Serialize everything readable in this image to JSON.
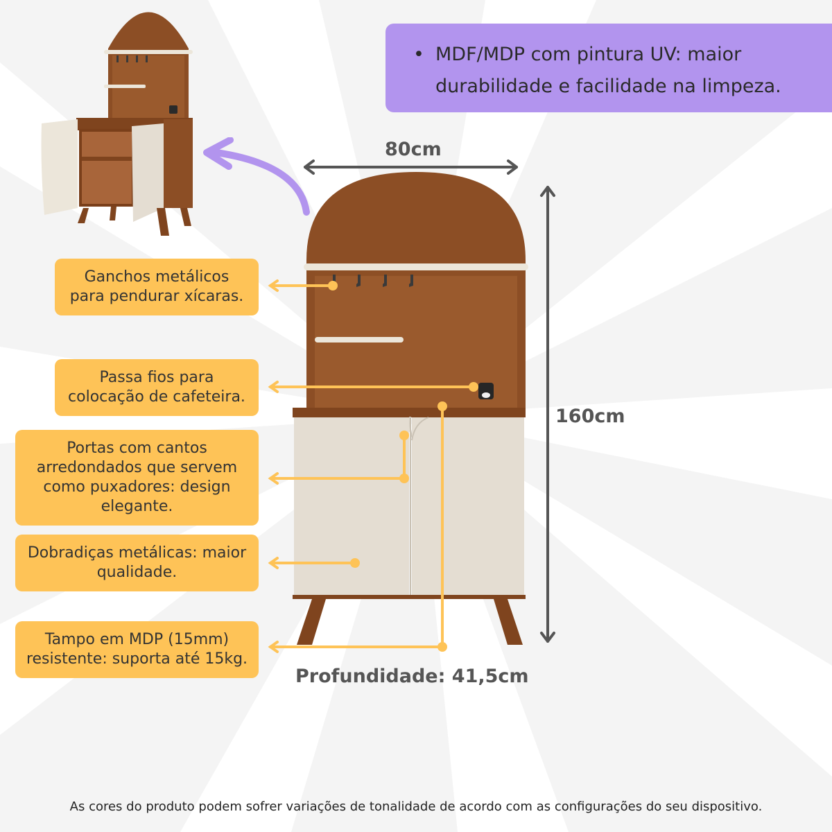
{
  "features": {
    "uv_paint": "MDF/MDP com pintura UV: maior durabilidade e facilidade na limpeza."
  },
  "dimensions": {
    "width": "80cm",
    "height": "160cm",
    "depth": "Profundidade: 41,5cm"
  },
  "callouts": {
    "hooks": [
      "Ganchos metálicos",
      "para pendurar xícaras."
    ],
    "cable": [
      "Passa fios para",
      "colocação de cafeteira."
    ],
    "doors": [
      "Portas com cantos",
      "arredondados que servem",
      "como puxadores: design",
      "elegante."
    ],
    "hinges": [
      "Dobradiças metálicas: maior",
      "qualidade."
    ],
    "top": [
      "Tampo em MDP (15mm)",
      "resistente: suporta até 15kg."
    ]
  },
  "footer": "As cores do produto podem sofrer variações de tonalidade de acordo com as configurações do seu dispositivo.",
  "colors": {
    "wood": "#8c4e25",
    "cream": "#e4ddd2",
    "callout": "#fec357",
    "accent": "#b294ee",
    "dim": "#555555"
  }
}
